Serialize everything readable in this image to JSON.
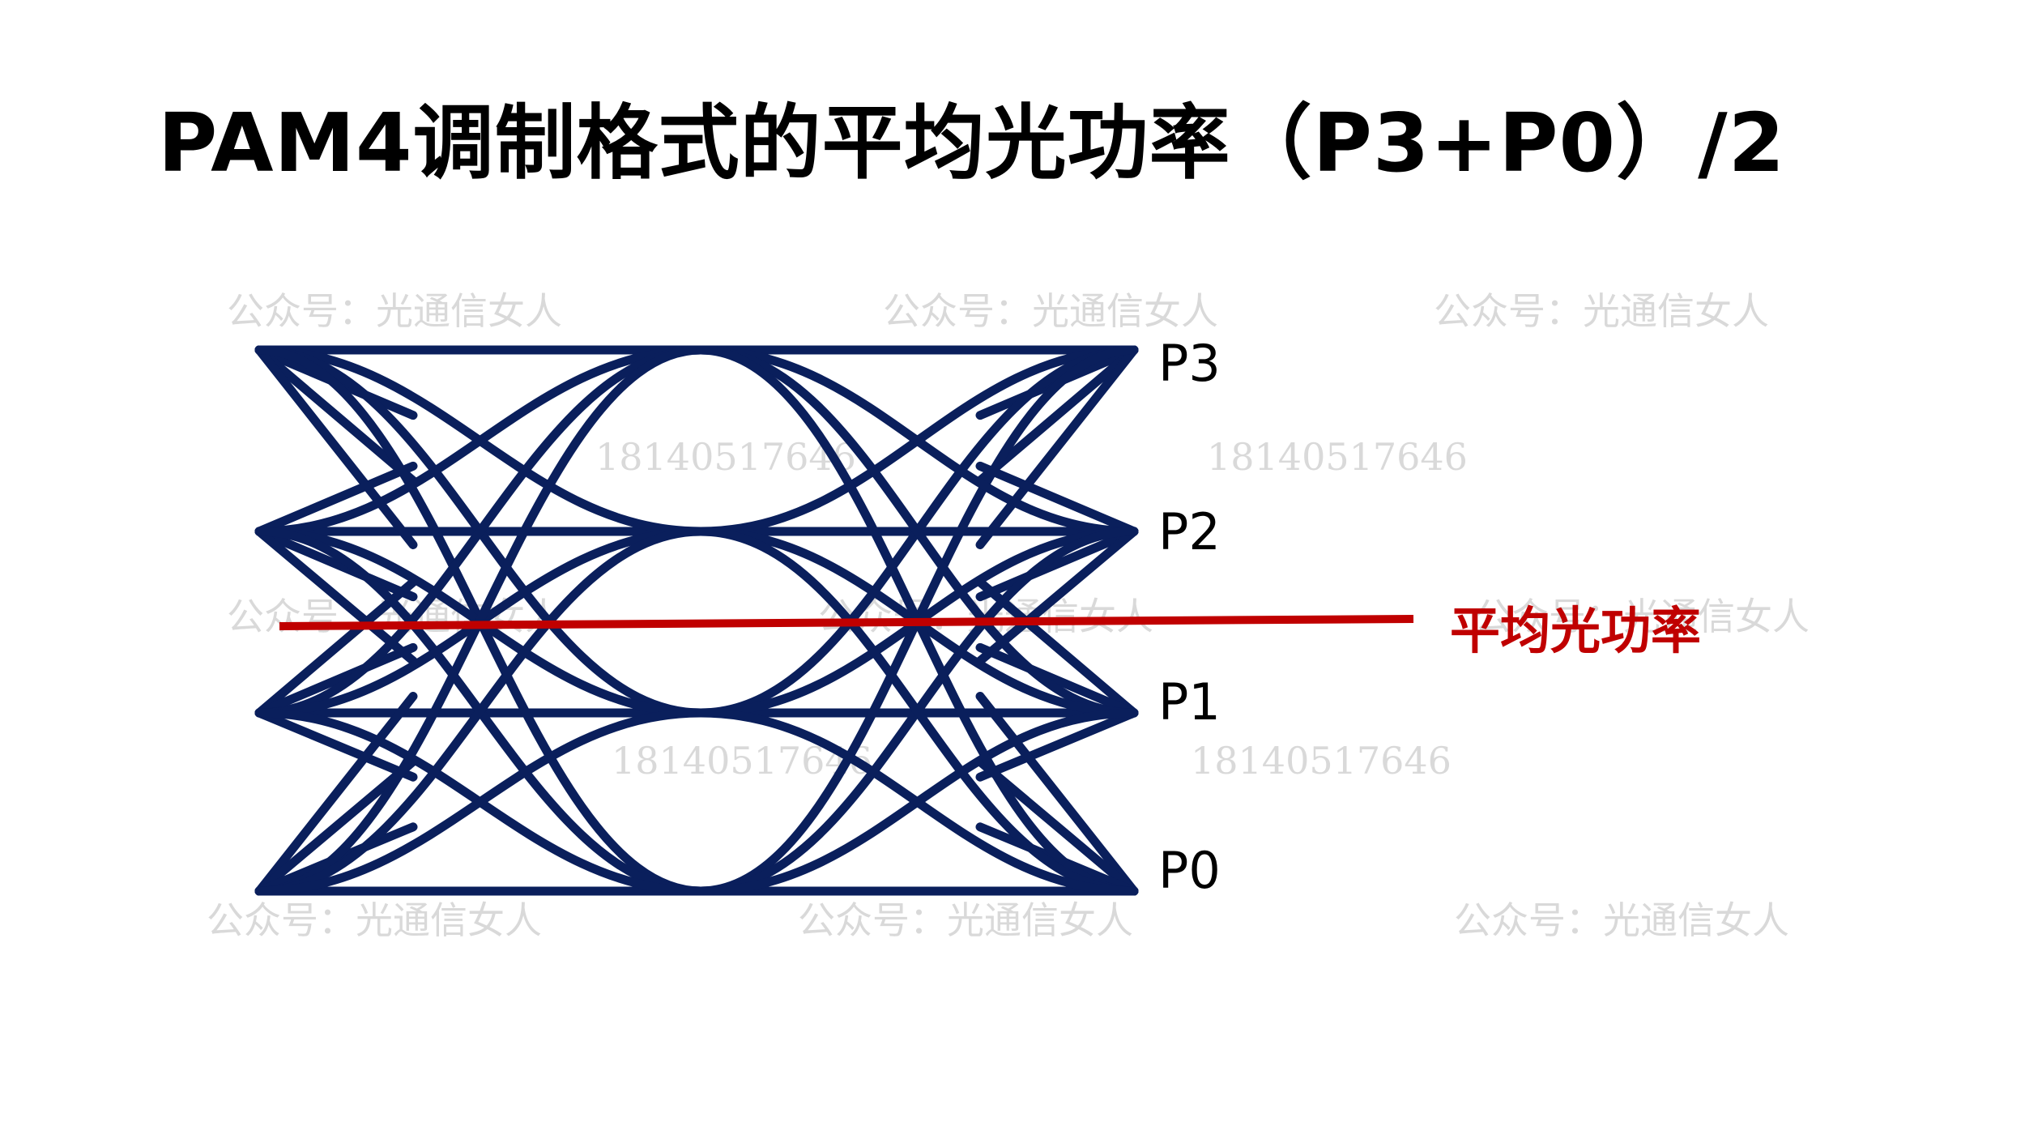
{
  "title": "PAM4调制格式的平均光功率（P3+P0）/2",
  "levels": [
    "P3",
    "P2",
    "P1",
    "P0"
  ],
  "average_label": "平均光功率",
  "watermarks": {
    "account": "公众号：光通信女人",
    "phone": "18140517646"
  },
  "colors": {
    "eye": "#0a1f5c",
    "average": "#c00000",
    "watermark": "#d9d9d9"
  }
}
